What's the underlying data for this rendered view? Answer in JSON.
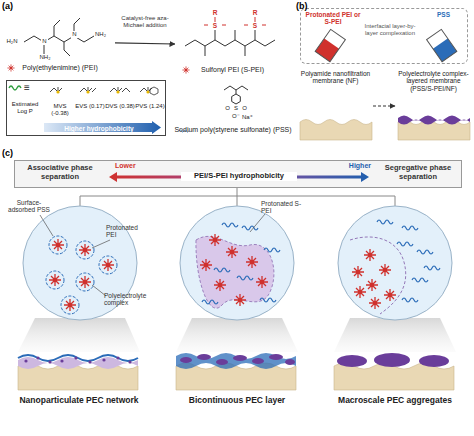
{
  "diagram": {
    "nodes": [
      {
        "text": [
          "Poly(ethylenimine) (PEI)"
        ]
      },
      {
        "text": [
          "Sulfonyl PEI (S-PEI)"
        ]
      },
      {
        "text": [
          "≡",
          "Estimated Log P",
          "MVS (-0.38)",
          "EVS (0.17)",
          "DVS (0.38)",
          "PVS (1.24)",
          "Higher hydrophobicity"
        ]
      },
      {
        "text": [
          "Sodium poly(styrene sulfonate) (PSS)"
        ]
      },
      {
        "text": [
          "Interfacial layer-by-layer complexation"
        ]
      },
      {
        "text": [
          "Protonated PEI or S-PEI"
        ],
        "in": 4
      },
      {
        "text": [
          "PSS"
        ],
        "in": 4
      },
      {
        "text": [
          "Polyamide nanofiltration membrane (NF)"
        ]
      },
      {
        "text": [
          "Polyelectrolyte complex-layered membrane (PSS/S-PEI/NF)"
        ]
      },
      {
        "text": [
          "Associative phase separation",
          "Lower",
          "PEI/S-PEI hydrophobicity",
          "Higher",
          "Segregative phase separation"
        ]
      },
      {
        "text": [
          "Surface-adsorbed PSS",
          "Protonated PEI",
          "Polyelectrolyte complex"
        ]
      },
      {
        "text": [
          "Protonated S-PEI"
        ]
      },
      {
        "text": [
          "Nanoparticulate PEC network"
        ]
      },
      {
        "text": [
          "Bicontinuous PEC layer"
        ]
      },
      {
        "text": [
          "Macroscale PEC aggregates"
        ]
      }
    ],
    "edges": [
      {
        "from": 0,
        "to": 1,
        "label": "Catalyst-free aza-Michael addition",
        "arrow": "to"
      },
      {
        "from": 7,
        "to": 8,
        "arrow": "to"
      }
    ],
    "labels": [
      "(a)",
      "(b)",
      "(c)",
      "H₂N",
      "N",
      "N",
      "NH₂",
      "NH₂",
      "S",
      "R",
      "S",
      "R",
      "S",
      "O",
      "O",
      "O⁻",
      "Na⁺"
    ]
  }
}
